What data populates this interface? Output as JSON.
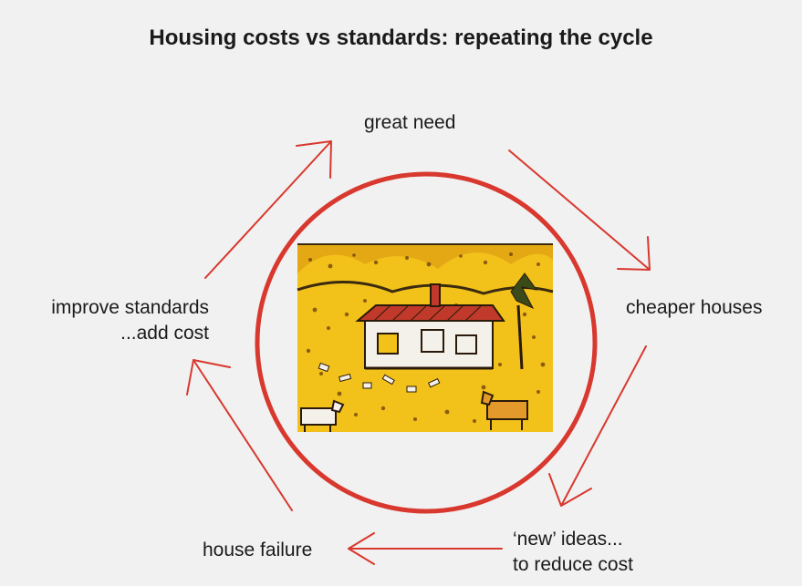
{
  "title": "Housing costs vs standards: repeating the cycle",
  "colors": {
    "accent": "#d8382e",
    "background": "#f1f1f1",
    "text": "#1a1a1a",
    "painting_yellow": "#f2c21a",
    "painting_roof": "#c0392b"
  },
  "nodes": {
    "great_need": {
      "lines": [
        "great need"
      ]
    },
    "cheaper_houses": {
      "lines": [
        "cheaper houses"
      ]
    },
    "new_ideas": {
      "lines": [
        "‘new’ ideas...",
        "to reduce cost"
      ]
    },
    "house_failure": {
      "lines": [
        "house failure"
      ]
    },
    "improve_standards": {
      "lines": [
        "improve standards",
        "...add cost"
      ]
    }
  },
  "center_image": {
    "description_icon": "house-painting-icon"
  }
}
